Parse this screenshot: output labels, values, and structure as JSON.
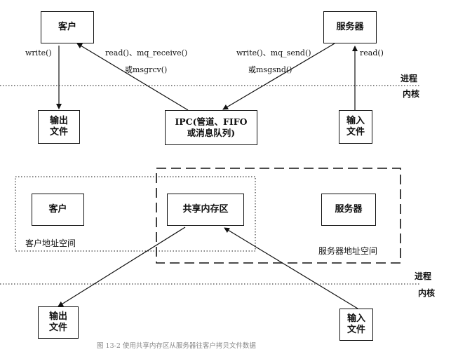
{
  "top_diagram": {
    "client_box": "客户",
    "server_box": "服务器",
    "ipc_box": "IPC(管道、FIFO\n或消息队列)",
    "output_file_box": "输出\n文件",
    "input_file_box": "输入\n文件",
    "label_client_write": "write()",
    "label_client_read_line1": "read()、mq_receive()",
    "label_client_read_line2": "或msgrcv()",
    "label_server_write_line1": "write()、mq_send()",
    "label_server_write_line2": "或msgsnd()",
    "label_server_read": "read()",
    "boundary_process": "进程",
    "boundary_kernel": "内核"
  },
  "bottom_diagram": {
    "client_box": "客户",
    "shared_memory_box": "共享内存区",
    "server_box": "服务器",
    "client_address_space": "客户地址空间",
    "server_address_space": "服务器地址空间",
    "output_file_box": "输出\n文件",
    "input_file_box": "输入\n文件",
    "boundary_process": "进程",
    "boundary_kernel": "内核"
  },
  "caption": "图 13-2 使用共享内存区从服务器往客户拷贝文件数据"
}
